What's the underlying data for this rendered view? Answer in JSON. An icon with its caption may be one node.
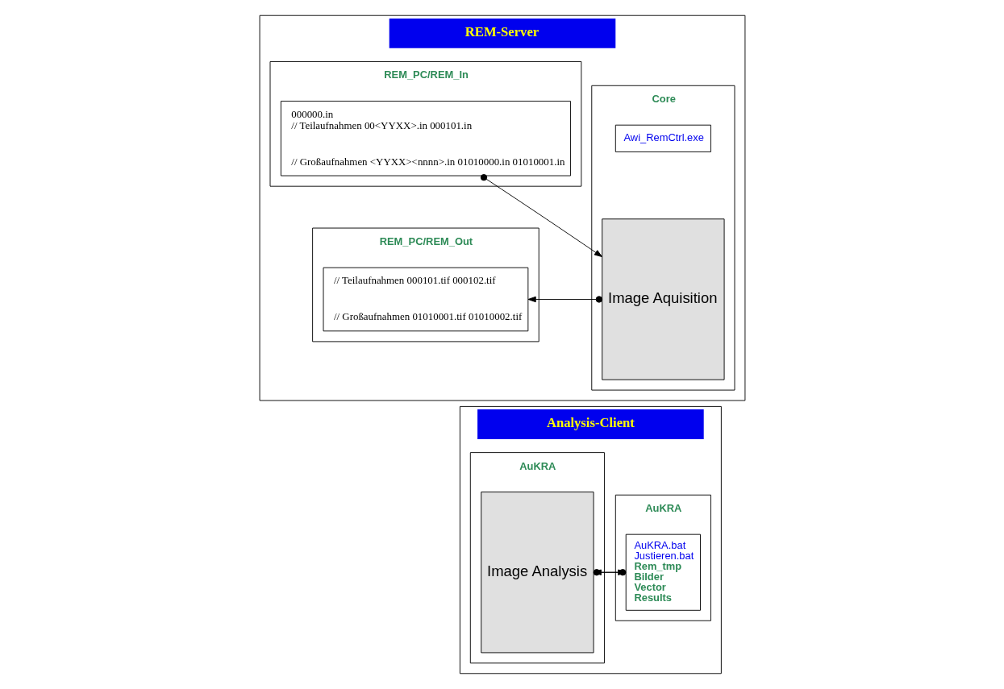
{
  "diagram": {
    "nodes": [
      {
        "text": [
          "REM-Server"
        ]
      },
      {
        "text": [
          "Core"
        ],
        "in": 0
      },
      {
        "text": [
          "Awi_RemCtrl.exe"
        ],
        "in": 1
      },
      {
        "text": [
          "Image Aquisition"
        ],
        "in": 1
      },
      {
        "text": [
          "REM_PC/REM_In"
        ],
        "in": 0
      },
      {
        "text": [
          "000000.in // Teilaufnahmen 00<YYXX>.in 000101.in",
          "// Großaufnahmen <YYXX><nnnn>.in 01010000.in 01010001.in"
        ],
        "in": 4
      },
      {
        "text": [
          "REM_PC/REM_Out"
        ],
        "in": 0
      },
      {
        "text": [
          "// Teilaufnahmen 000101.tif 000102.tif",
          "// Großaufnahmen 01010001.tif 01010002.tif"
        ],
        "in": 6
      },
      {
        "text": [
          "Analysis-Client"
        ]
      },
      {
        "text": [
          "AuKRA"
        ],
        "in": 8
      },
      {
        "text": [
          "AuKRA.bat",
          "Justieren.bat",
          "Rem_tmp",
          "Bilder",
          "Vector",
          "Results"
        ],
        "in": 9
      },
      {
        "text": [
          "AuKRA"
        ],
        "in": 8
      },
      {
        "text": [
          "Image Analysis"
        ],
        "in": 11
      }
    ],
    "edges": [
      {
        "from": 5,
        "to": 3,
        "arrow": "to"
      },
      {
        "from": 3,
        "to": 7,
        "arrow": "to"
      },
      {
        "from": 10,
        "to": 12,
        "arrow": "to"
      },
      {
        "from": 12,
        "to": 10,
        "arrow": "to"
      }
    ]
  }
}
